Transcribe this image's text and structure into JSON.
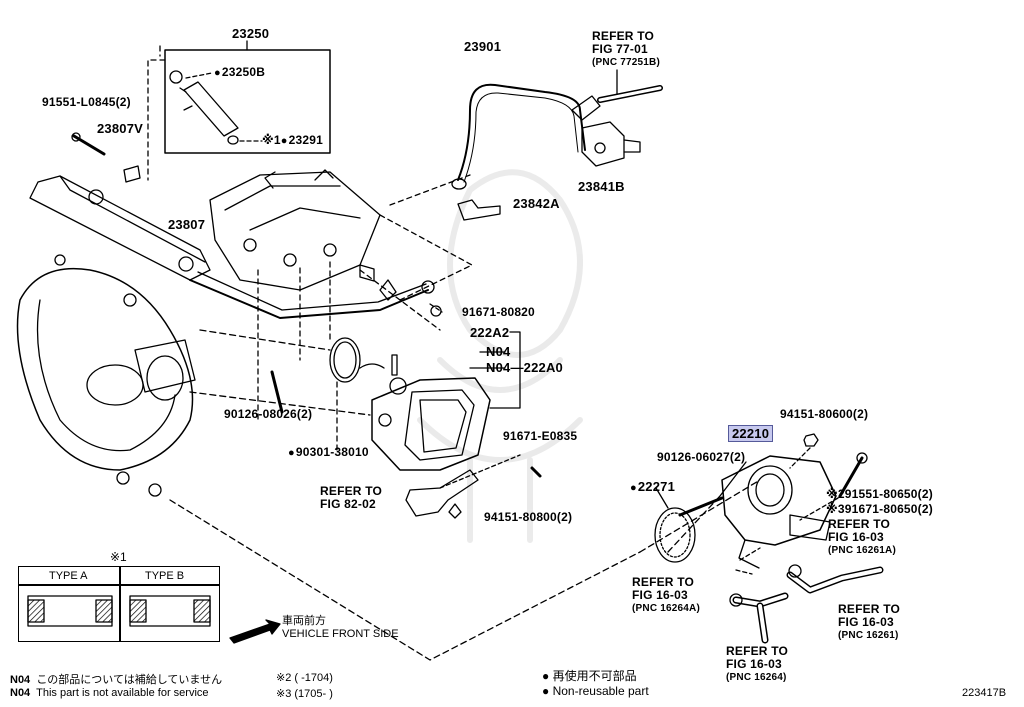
{
  "parts": {
    "p23250": "23250",
    "p23250B": "23250B",
    "p23291": "23291",
    "p23291_mark": "※1",
    "p91551_L0845": "91551-L0845(2)",
    "p23807V": "23807V",
    "p23807": "23807",
    "p23901": "23901",
    "refer_77_01": [
      "REFER TO",
      "FIG 77-01",
      "(PNC 77251B)"
    ],
    "p23841B": "23841B",
    "p23842A": "23842A",
    "p91671_80820": "91671-80820",
    "p222A2": "222A2",
    "pN04a": "N04",
    "pN04b": "N04",
    "p222A0": "222A0",
    "p90126_08026": "90126-08026(2)",
    "p90301_38010": "90301-38010",
    "p91671_E0835": "91671-E0835",
    "refer_82_02": [
      "REFER TO",
      "FIG 82-02"
    ],
    "p94151_80800": "94151-80800(2)",
    "p22210": "22210",
    "p94151_80600": "94151-80600(2)",
    "p90126_06027": "90126-06027(2)",
    "p22271": "22271",
    "p91551_80650": "91551-80650(2)",
    "p91551_80650_mark": "※2",
    "p91671_80650": "91671-80650(2)",
    "p91671_80650_mark": "※3",
    "refer_16_03_a": [
      "REFER TO",
      "FIG 16-03",
      "(PNC 16261A)"
    ],
    "refer_16_03_b": [
      "REFER TO",
      "FIG 16-03",
      "(PNC 16264A)"
    ],
    "refer_16_03_c": [
      "REFER TO",
      "FIG 16-03",
      "(PNC 16261)"
    ],
    "refer_16_03_d": [
      "REFER TO",
      "FIG 16-03",
      "(PNC 16264)"
    ]
  },
  "legend": {
    "mark": "※1",
    "type_a": "TYPE A",
    "type_b": "TYPE B"
  },
  "direction": {
    "jp": "車両前方",
    "en": "VEHICLE FRONT SIDE"
  },
  "notes": {
    "n04_code1": "N04",
    "n04_jp": "この部品については補給していません",
    "n04_code2": "N04",
    "n04_en": "This part is not available for service",
    "mark2": "※2 (     -1704)",
    "mark3": "※3 (1705-     )",
    "nonreuse_jp": "再使用不可部品",
    "nonreuse_en": "Non-reusable part"
  },
  "figure_id": "223417B"
}
